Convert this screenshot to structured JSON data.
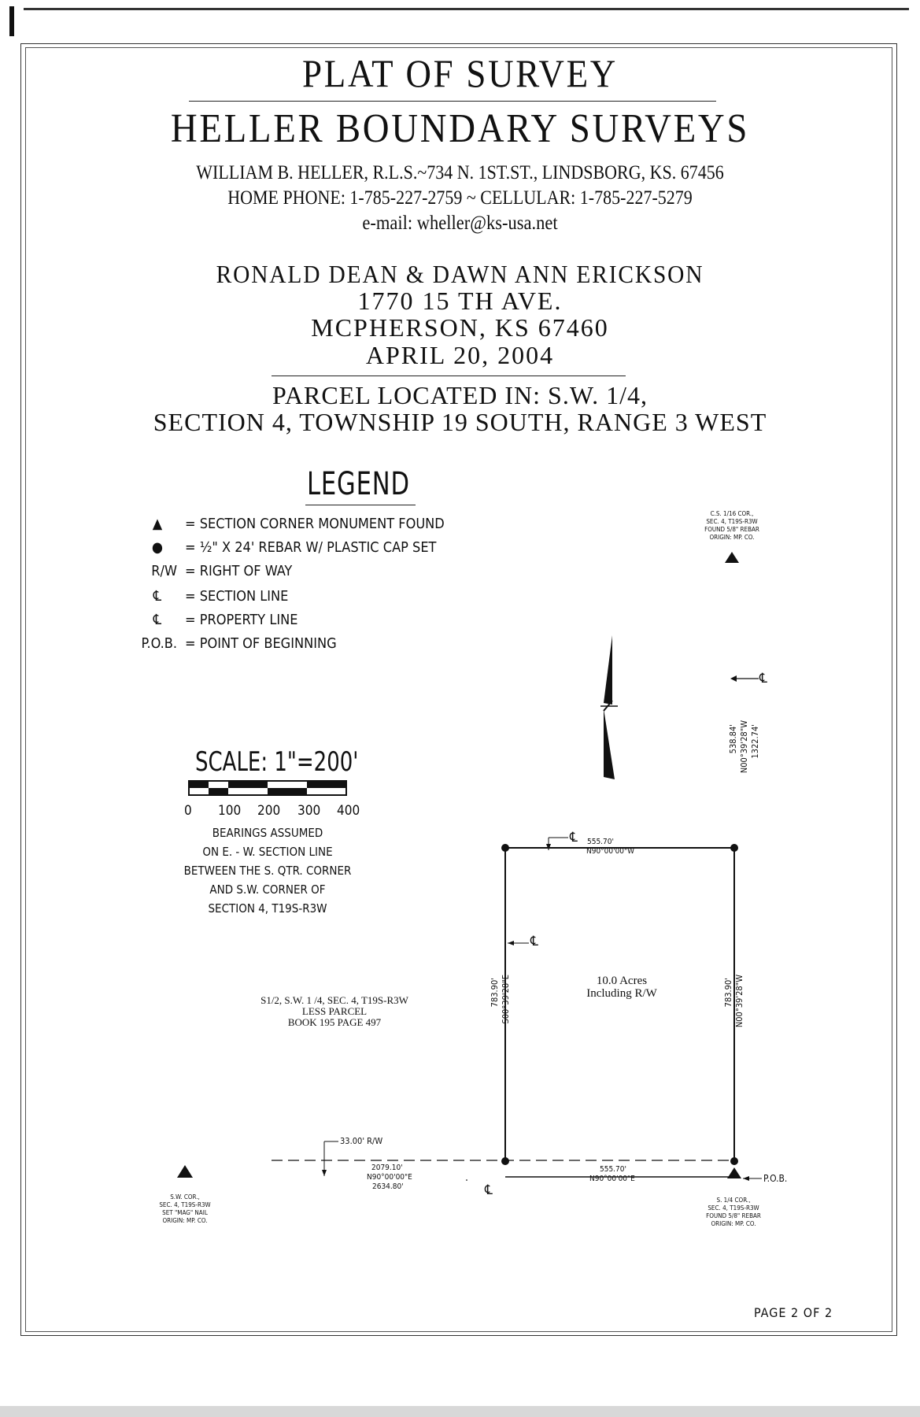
{
  "header": {
    "title": "PLAT OF SURVEY",
    "company": "HELLER BOUNDARY SURVEYS",
    "address_line": "WILLIAM B. HELLER, R.L.S.~734 N. 1ST.ST., LINDSBORG, KS. 67456",
    "phone_line": "HOME PHONE: 1-785-227-2759 ~ CELLULAR: 1-785-227-5279",
    "email_line": "e-mail: wheller@ks-usa.net"
  },
  "client": {
    "names": "RONALD DEAN & DAWN ANN ERICKSON",
    "street": "1770 15 TH AVE.",
    "city": "MCPHERSON, KS 67460",
    "date": "APRIL 20, 2004"
  },
  "parcel": {
    "line1": "PARCEL LOCATED IN: S.W. 1/4,",
    "line2": "SECTION 4, TOWNSHIP 19 SOUTH, RANGE 3 WEST"
  },
  "legend": {
    "title": "LEGEND",
    "items": [
      {
        "symbol": "▲",
        "text": "= SECTION CORNER MONUMENT FOUND"
      },
      {
        "symbol": "●",
        "text": "= ½\" X 24' REBAR W/ PLASTIC CAP SET"
      },
      {
        "symbol": "R/W",
        "text": "= RIGHT OF WAY"
      },
      {
        "symbol": "℄",
        "text": "= SECTION LINE"
      },
      {
        "symbol": "℄",
        "text": "= PROPERTY LINE"
      },
      {
        "symbol": "P.O.B.",
        "text": "= POINT OF BEGINNING"
      }
    ]
  },
  "scale": {
    "label": "SCALE: 1\"=200'",
    "ticks": [
      "0",
      "100",
      "200",
      "300",
      "400"
    ],
    "notes": [
      "BEARINGS ASSUMED",
      "ON E. - W. SECTION LINE",
      "BETWEEN THE S. QTR. CORNER",
      "AND S.W. CORNER OF",
      "SECTION 4, T19S-R3W"
    ]
  },
  "monuments": {
    "cs": [
      "C.S. 1/16 COR.,",
      "SEC. 4, T19S-R3W",
      "FOUND 5/8\" REBAR",
      "ORIGIN: MP. CO."
    ],
    "sw": [
      "S.W. COR.,",
      "SEC. 4, T19S-R3W",
      "SET \"MAG\" NAIL",
      "ORIGIN: MP. CO."
    ],
    "s14": [
      "S. 1/4 COR.,",
      "SEC. 4, T19S-R3W",
      "FOUND 5/8\" REBAR",
      "ORIGIN: MP. CO."
    ]
  },
  "plat": {
    "top_dist": "555.70'",
    "top_bearing": "N90°00'00\"W",
    "bottom_dist": "555.70'",
    "bottom_bearing": "N90°00'00\"E",
    "left_dist": "783.90'",
    "left_bearing": "S00°39'28\"E",
    "right_dist": "783.90'",
    "right_bearing": "N00°39'28\"W",
    "area_line1": "10.0 Acres",
    "area_line2": "Including R/W",
    "east_dist1": "538.84'",
    "east_bearing": "N00°39'28\"W",
    "east_dist2": "1322.74'",
    "sl_dist1": "2079.10'",
    "sl_bearing": "N90°00'00\"E",
    "sl_dist2": "2634.80'",
    "rw_label": "33.00' R/W",
    "pl_label": "℄",
    "sl_label": "℄",
    "pob_label": "P.O.B.",
    "remainder": [
      "S1/2, S.W. 1 /4, SEC. 4, T19S-R3W",
      "LESS PARCEL",
      "BOOK 195  PAGE 497"
    ]
  },
  "footer": {
    "page": "PAGE 2 OF 2"
  }
}
